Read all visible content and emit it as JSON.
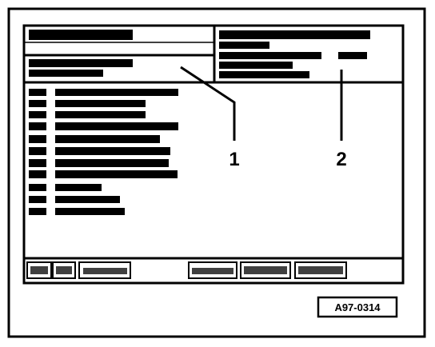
{
  "figure": {
    "callouts": [
      {
        "id": "1",
        "text": "1"
      },
      {
        "id": "2",
        "text": "2"
      }
    ],
    "figure_code": "A97-0314"
  },
  "colors": {
    "ink": "#000000",
    "paper": "#ffffff"
  }
}
